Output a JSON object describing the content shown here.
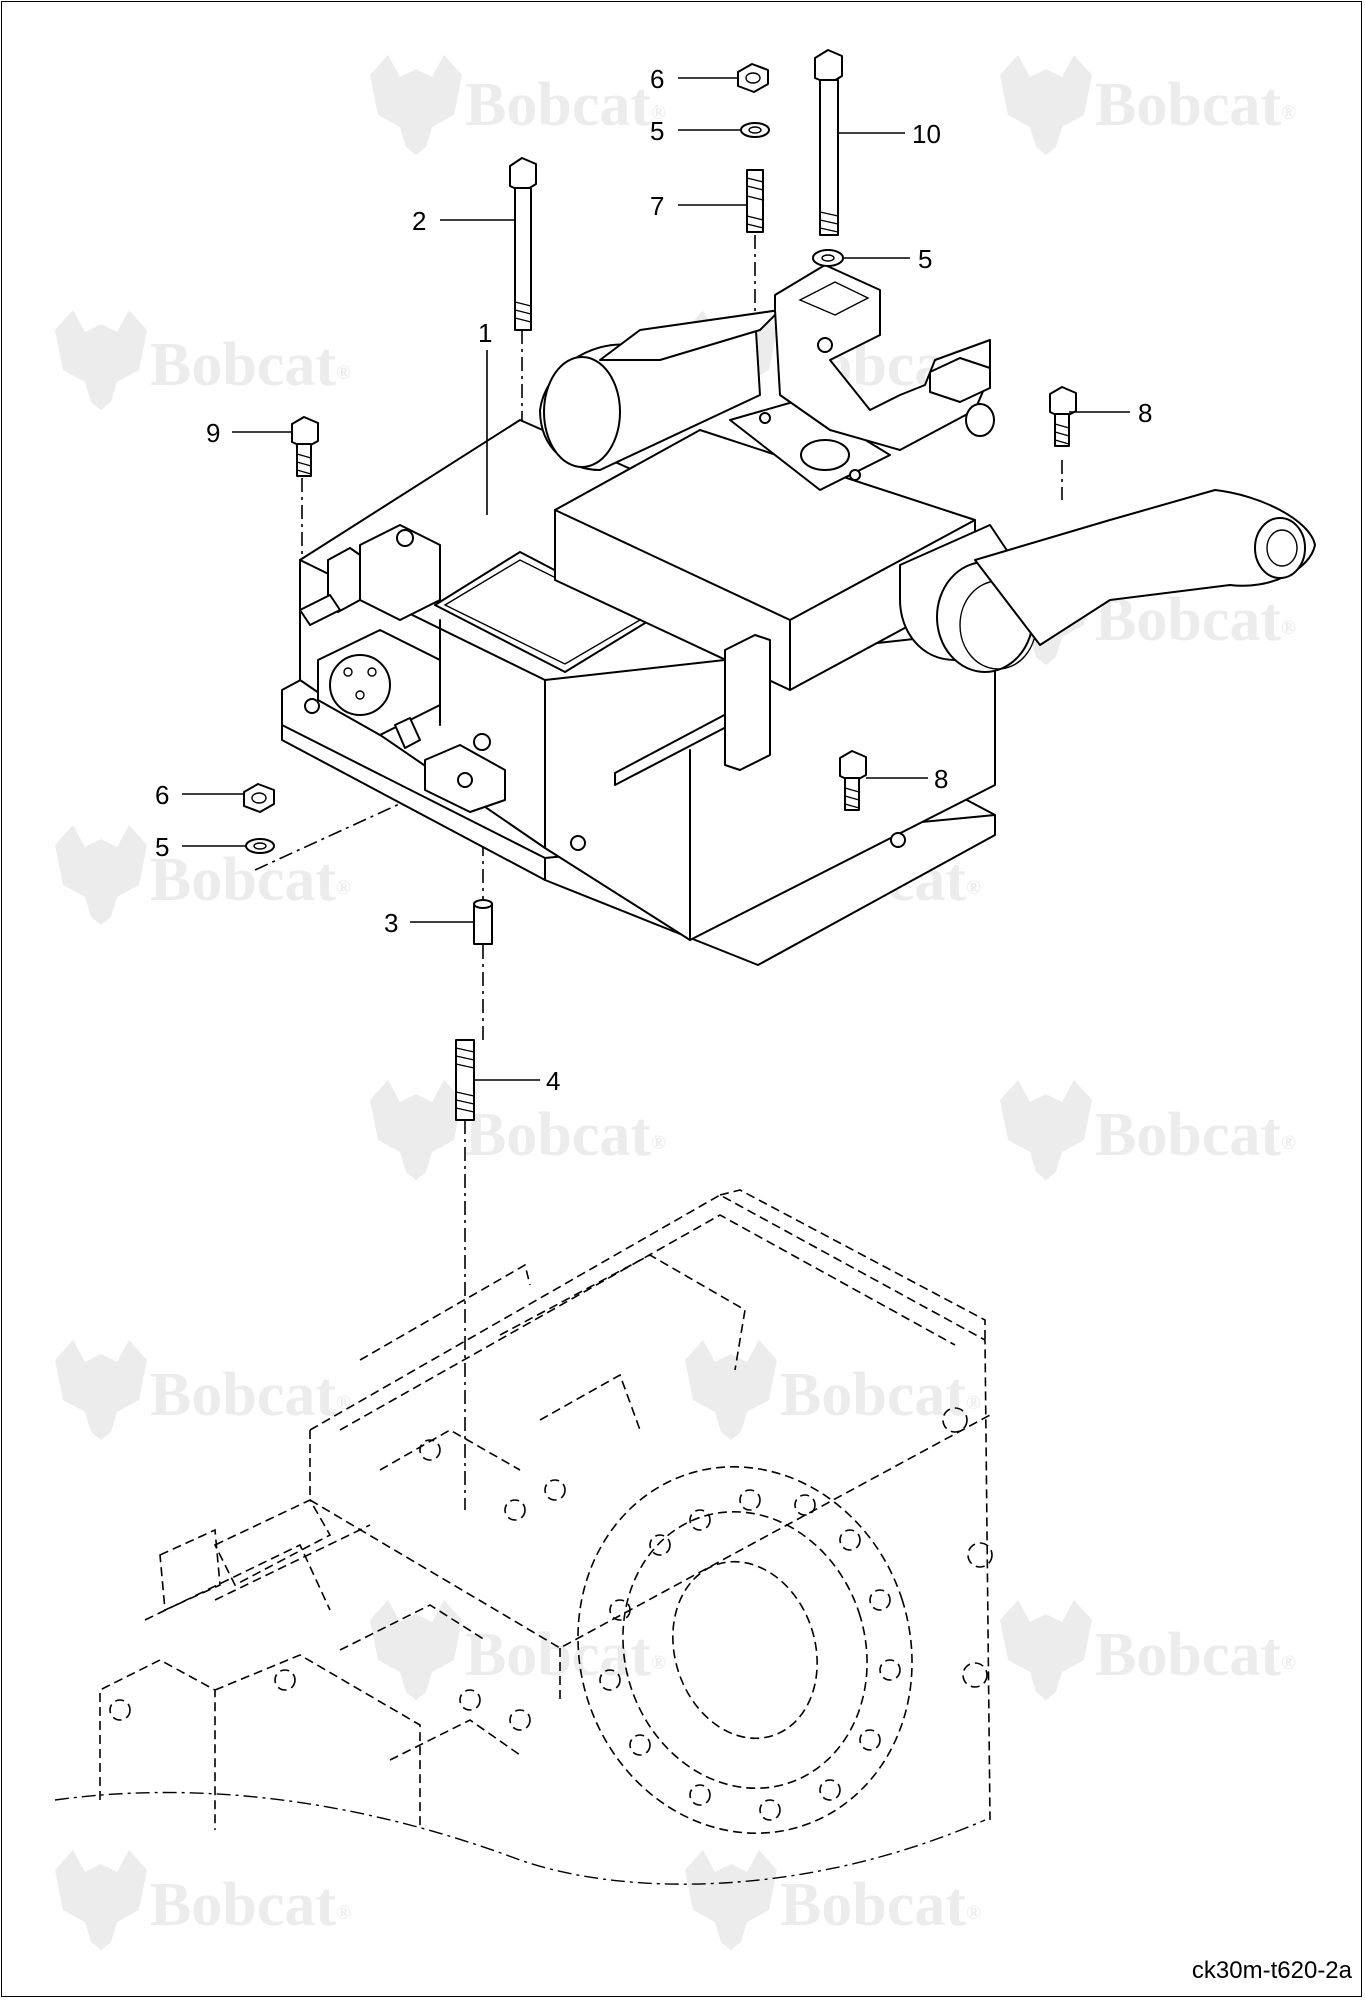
{
  "watermark": {
    "brand": "Bobcat",
    "mark": "®"
  },
  "callouts": [
    {
      "id": "callout-6-top",
      "label": "6"
    },
    {
      "id": "callout-5-top",
      "label": "5"
    },
    {
      "id": "callout-7",
      "label": "7"
    },
    {
      "id": "callout-10",
      "label": "10"
    },
    {
      "id": "callout-5-right",
      "label": "5"
    },
    {
      "id": "callout-2",
      "label": "2"
    },
    {
      "id": "callout-8-top",
      "label": "8"
    },
    {
      "id": "callout-9",
      "label": "9"
    },
    {
      "id": "callout-1",
      "label": "1"
    },
    {
      "id": "callout-6-left",
      "label": "6"
    },
    {
      "id": "callout-8-mid",
      "label": "8"
    },
    {
      "id": "callout-5-left",
      "label": "5"
    },
    {
      "id": "callout-3",
      "label": "3"
    },
    {
      "id": "callout-4",
      "label": "4"
    }
  ],
  "reference_code": "ck30m-t620-2a"
}
